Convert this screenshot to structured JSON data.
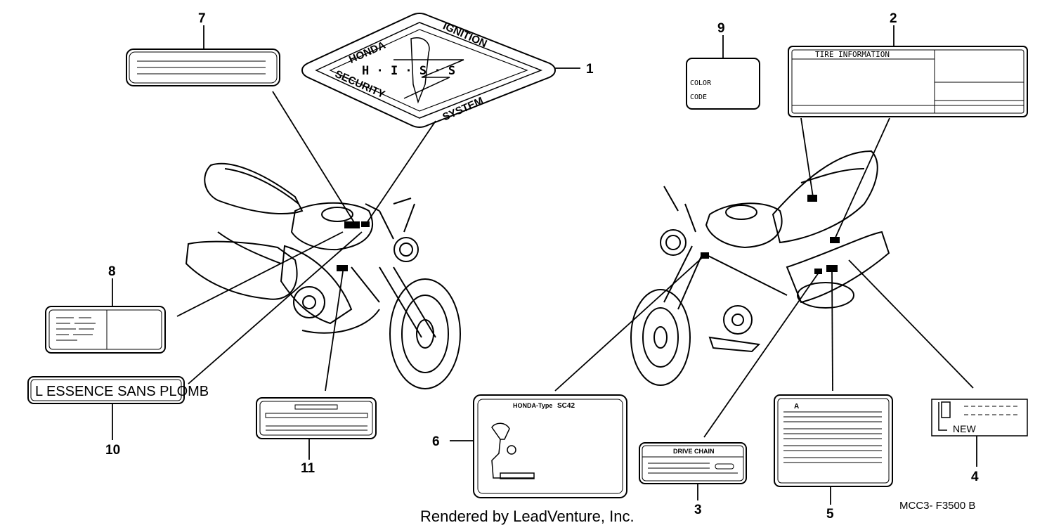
{
  "callouts": {
    "c1": "1",
    "c2": "2",
    "c3": "3",
    "c4": "4",
    "c5": "5",
    "c6": "6",
    "c7": "7",
    "c8": "8",
    "c9": "9",
    "c10": "10",
    "c11": "11"
  },
  "labels": {
    "his_logo": {
      "top_left": "HONDA",
      "top_right": "IGNITION",
      "center": "H · I · S · S",
      "bottom_left": "SECURITY",
      "bottom_right": "SYSTEM"
    },
    "tire_info": {
      "title": "TIRE INFORMATION"
    },
    "color_code": {
      "line1": "COLOR",
      "line2": "CODE"
    },
    "fuel": {
      "text": "L ESSENCE SANS PLOMB"
    },
    "drive_chain": {
      "title": "DRIVE CHAIN"
    },
    "honda_type": {
      "title": "HONDA-Type",
      "code": "SC42"
    },
    "new": {
      "text": "NEW"
    },
    "caution": {
      "mark": "A"
    }
  },
  "footer": {
    "rendered_by": "Rendered by LeadVenture, Inc.",
    "part_code": "MCC3- F3500 B"
  },
  "colors": {
    "ink": "#000000",
    "paper": "#ffffff"
  }
}
